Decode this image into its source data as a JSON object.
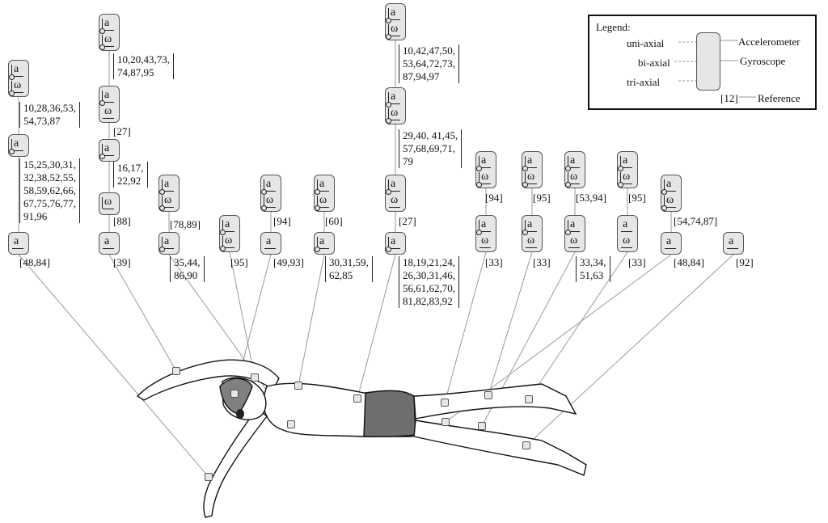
{
  "legend": {
    "title": "Legend:",
    "uni_axial": "uni-axial",
    "bi_axial": "bi-axial",
    "tri_axial": "tri-axial",
    "accelerometer": "Accelerometer",
    "gyroscope": "Gyroscope",
    "reference_sample": "[12]",
    "reference_label": "Reference",
    "symbol_a": "a",
    "symbol_w": "ω"
  },
  "colors": {
    "sensor_fill": "#e6e6e6",
    "cap_fill": "#808080",
    "suit_fill": "#6e6e6e",
    "leader_line": "#9a9a9a"
  },
  "columns": [
    {
      "id": "left-hand",
      "sensors": [
        {
          "kind": [
            "a3",
            "w3"
          ],
          "ref": "10,28,36,53,\n54,73,87"
        },
        {
          "kind": [
            "a3"
          ],
          "ref": "15,25,30,31,\n32,38,52,55,\n58,59,62,66,\n67,75,76,77,\n91,96"
        },
        {
          "kind": [
            "a1"
          ],
          "ref": "[48,84]"
        }
      ]
    },
    {
      "id": "head",
      "sensors": [
        {
          "kind": [
            "a3",
            "w3"
          ],
          "ref": "10,20,43,73,\n74,87,95"
        },
        {
          "kind": [
            "a3",
            "w1"
          ],
          "ref": "[27]"
        },
        {
          "kind": [
            "a3"
          ],
          "ref": "16,17,\n22,92"
        },
        {
          "kind": [
            "w2"
          ],
          "ref": "[88]"
        },
        {
          "kind": [
            "a1"
          ],
          "ref": "[39]"
        }
      ]
    },
    {
      "id": "right-wrist",
      "sensors": [
        {
          "kind": [
            "a3",
            "w3"
          ],
          "ref": "[78,89]"
        },
        {
          "kind": [
            "a3"
          ],
          "ref": "35,44,\n86,90"
        }
      ]
    },
    {
      "id": "right-upper-arm",
      "sensors": [
        {
          "kind": [
            "a3",
            "w3"
          ],
          "ref": "[95]"
        }
      ]
    },
    {
      "id": "left-chest",
      "sensors": [
        {
          "kind": [
            "a3",
            "w3"
          ],
          "ref": "[94]"
        },
        {
          "kind": [
            "a1"
          ],
          "ref": "[49,93]"
        }
      ]
    },
    {
      "id": "upper-back",
      "sensors": [
        {
          "kind": [
            "a3",
            "w3"
          ],
          "ref": "[60]"
        },
        {
          "kind": [
            "a3"
          ],
          "ref": "30,31,59,\n62,85"
        }
      ]
    },
    {
      "id": "lower-back",
      "sensors": [
        {
          "kind": [
            "a3",
            "w3"
          ],
          "ref": "10,42,47,50,\n53,64,72,73,\n87,94,97"
        },
        {
          "kind": [
            "a3",
            "w3"
          ],
          "ref": "29,40, 41,45,\n57,68,69,71,\n79"
        },
        {
          "kind": [
            "a3",
            "w1"
          ],
          "ref": "[27]"
        },
        {
          "kind": [
            "a3"
          ],
          "ref": "18,19,21,24,\n26,30,31,46,\n56,61,62,70,\n81,82,83,92"
        }
      ]
    },
    {
      "id": "thigh-1",
      "sensors": [
        {
          "kind": [
            "a3",
            "w3"
          ],
          "ref": "[94]"
        },
        {
          "kind": [
            "a3",
            "w1"
          ],
          "ref": "[33]"
        }
      ]
    },
    {
      "id": "thigh-2",
      "sensors": [
        {
          "kind": [
            "a3",
            "w3"
          ],
          "ref": "[95]"
        },
        {
          "kind": [
            "a3",
            "w1"
          ],
          "ref": "[33]"
        }
      ]
    },
    {
      "id": "shank-1",
      "sensors": [
        {
          "kind": [
            "a3",
            "w3"
          ],
          "ref": "[53,94]"
        },
        {
          "kind": [
            "a3",
            "w1"
          ],
          "ref": "33,34,\n51,63"
        }
      ]
    },
    {
      "id": "shank-2",
      "sensors": [
        {
          "kind": [
            "a3",
            "w3"
          ],
          "ref": "[95]"
        },
        {
          "kind": [
            "a1",
            "w1"
          ],
          "ref": "[33]"
        }
      ]
    },
    {
      "id": "ankle-1",
      "sensors": [
        {
          "kind": [
            "a3",
            "w3"
          ],
          "ref": "[54,74,87]"
        },
        {
          "kind": [
            "a1"
          ],
          "ref": "[48,84]"
        }
      ]
    },
    {
      "id": "ankle-2",
      "sensors": [
        {
          "kind": [
            "a1"
          ],
          "ref": "[92]"
        }
      ]
    }
  ]
}
